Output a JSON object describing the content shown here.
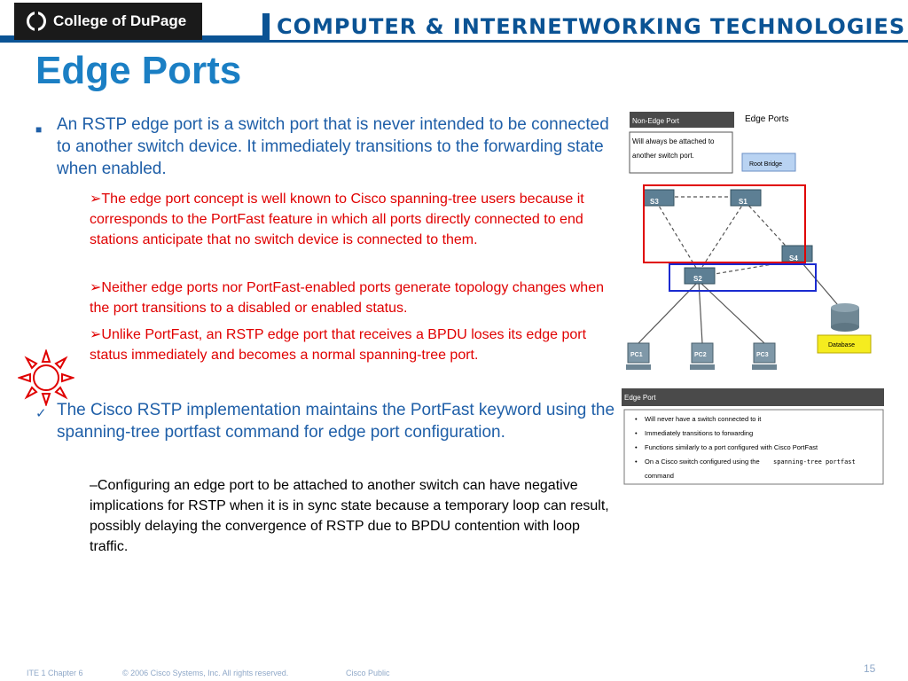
{
  "header": {
    "logo_text": "College of DuPage",
    "banner_text": "COMPUTER & INTERNETWORKING TECHNOLOGIES"
  },
  "slide": {
    "title": "Edge Ports",
    "bullet1": "An RSTP edge port is a switch port that is never intended to be connected to another switch device. It immediately transitions to the forwarding state when enabled.",
    "sub1": "The edge port concept is well known to Cisco spanning-tree users because it corresponds to the PortFast feature in which all ports directly connected to end stations anticipate that no switch device is connected to them.",
    "sub2": "Neither edge ports nor PortFast-enabled ports generate topology changes when the port transitions to a disabled or enabled status.",
    "sub3": "Unlike PortFast, an RSTP edge port that receives a BPDU loses its edge port status immediately and becomes a normal spanning-tree port.",
    "bullet2": "The Cisco RSTP implementation maintains the PortFast keyword using the spanning-tree portfast command for edge port configuration.",
    "sub4": "–Configuring an edge port to be attached to another switch can have negative implications for RSTP when it is in sync state because a temporary loop can result, possibly delaying the convergence of RSTP due to BPDU contention with loop traffic."
  },
  "diagram": {
    "non_edge_header": "Non-Edge Port",
    "non_edge_line1": "Will always be attached to",
    "non_edge_line2": "another switch port.",
    "edge_title": "Edge Ports",
    "root_bridge": "Root Bridge",
    "s3": "S3",
    "s1": "S1",
    "s4": "S4",
    "s2": "S2",
    "pc1": "PC1",
    "pc2": "PC2",
    "pc3": "PC3",
    "database": "Database",
    "edge_box_header": "Edge Port",
    "edge_items": [
      "Will never have a switch connected to it",
      "Immediately transitions to forwarding",
      "Functions similarly to a port configured with Cisco PortFast",
      "On a Cisco switch configured using the"
    ],
    "edge_cmd": "spanning-tree portfast",
    "edge_cmd_tail": "command"
  },
  "footer": {
    "chapter": "ITE 1 Chapter 6",
    "copyright": "© 2006 Cisco Systems, Inc. All rights reserved.",
    "classification": "Cisco Public",
    "page_number": "15"
  },
  "colors": {
    "title_blue": "#1b7fc4",
    "text_blue": "#1f5fa8",
    "sub_red": "#e00000",
    "banner_blue": "#0b5394"
  }
}
